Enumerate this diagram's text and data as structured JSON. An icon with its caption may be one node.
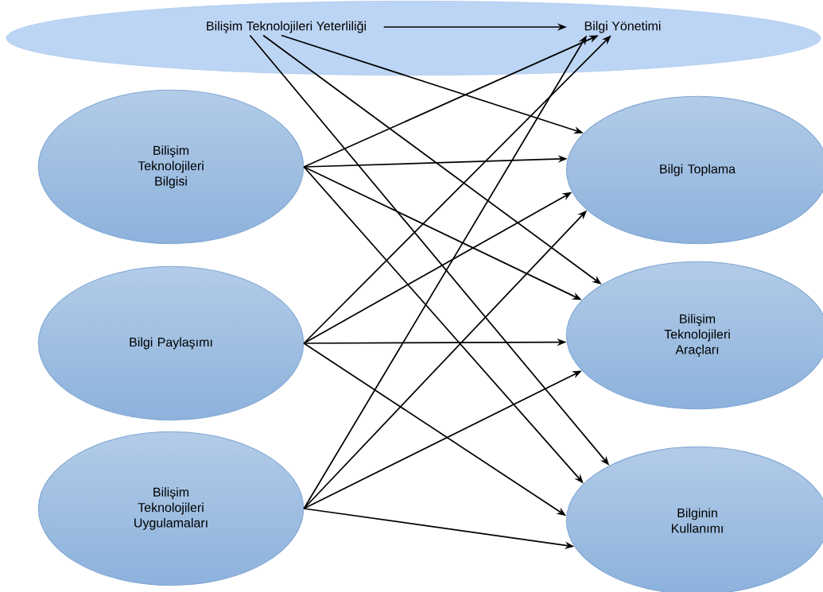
{
  "diagram": {
    "nodes": [
      {
        "text": [],
        "shape": "ellipse"
      },
      {
        "text": [
          "Bilişim Teknolojileri Yeterliliği"
        ],
        "in": 0
      },
      {
        "text": [
          "Bilgi Yönetimi"
        ],
        "in": 0
      },
      {
        "text": [
          "Bilişim Teknolojileri Bilgisi"
        ]
      },
      {
        "text": [
          "Bilgi Paylaşımı"
        ]
      },
      {
        "text": [
          "Bilişim Teknolojileri Uygulamaları"
        ]
      },
      {
        "text": [
          "Bilgi Toplama"
        ]
      },
      {
        "text": [
          "Bilişim Teknolojileri Araçları"
        ]
      },
      {
        "text": [
          "Bilginin Kullanımı"
        ]
      }
    ],
    "edges": [
      {
        "from": 1,
        "to": 2,
        "arrow": "to"
      },
      {
        "from": 1,
        "to": 6,
        "arrow": "to"
      },
      {
        "from": 1,
        "to": 7,
        "arrow": "to"
      },
      {
        "from": 1,
        "to": 8,
        "arrow": "to"
      },
      {
        "from": 3,
        "to": 2,
        "arrow": "to"
      },
      {
        "from": 3,
        "to": 6,
        "arrow": "to"
      },
      {
        "from": 3,
        "to": 7,
        "arrow": "to"
      },
      {
        "from": 3,
        "to": 8,
        "arrow": "to"
      },
      {
        "from": 4,
        "to": 2,
        "arrow": "to"
      },
      {
        "from": 4,
        "to": 6,
        "arrow": "to"
      },
      {
        "from": 4,
        "to": 7,
        "arrow": "to"
      },
      {
        "from": 4,
        "to": 8,
        "arrow": "to"
      },
      {
        "from": 5,
        "to": 2,
        "arrow": "to"
      },
      {
        "from": 5,
        "to": 6,
        "arrow": "to"
      },
      {
        "from": 5,
        "to": 7,
        "arrow": "to"
      },
      {
        "from": 5,
        "to": 8,
        "arrow": "to"
      }
    ]
  }
}
